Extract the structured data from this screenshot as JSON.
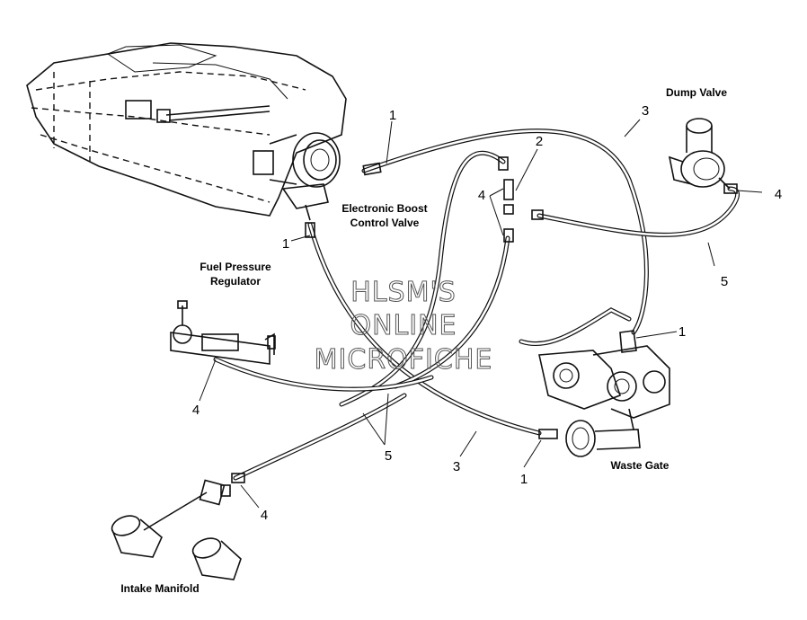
{
  "labels": {
    "dump_valve": "Dump Valve",
    "boost_valve_line1": "Electronic Boost",
    "boost_valve_line2": "Control Valve",
    "fuel_reg_line1": "Fuel Pressure",
    "fuel_reg_line2": "Regulator",
    "waste_gate": "Waste Gate",
    "intake_manifold": "Intake Manifold"
  },
  "callouts": {
    "c1a": "1",
    "c1b": "1",
    "c1c": "1",
    "c1d": "1",
    "c2": "2",
    "c3a": "3",
    "c3b": "3",
    "c4a": "4",
    "c4b": "4",
    "c4c": "4",
    "c4d": "4",
    "c5a": "5",
    "c5b": "5"
  },
  "watermark": {
    "line1": "HLSM'S",
    "line2": "ONLINE",
    "line3": "MICROFICHE"
  }
}
